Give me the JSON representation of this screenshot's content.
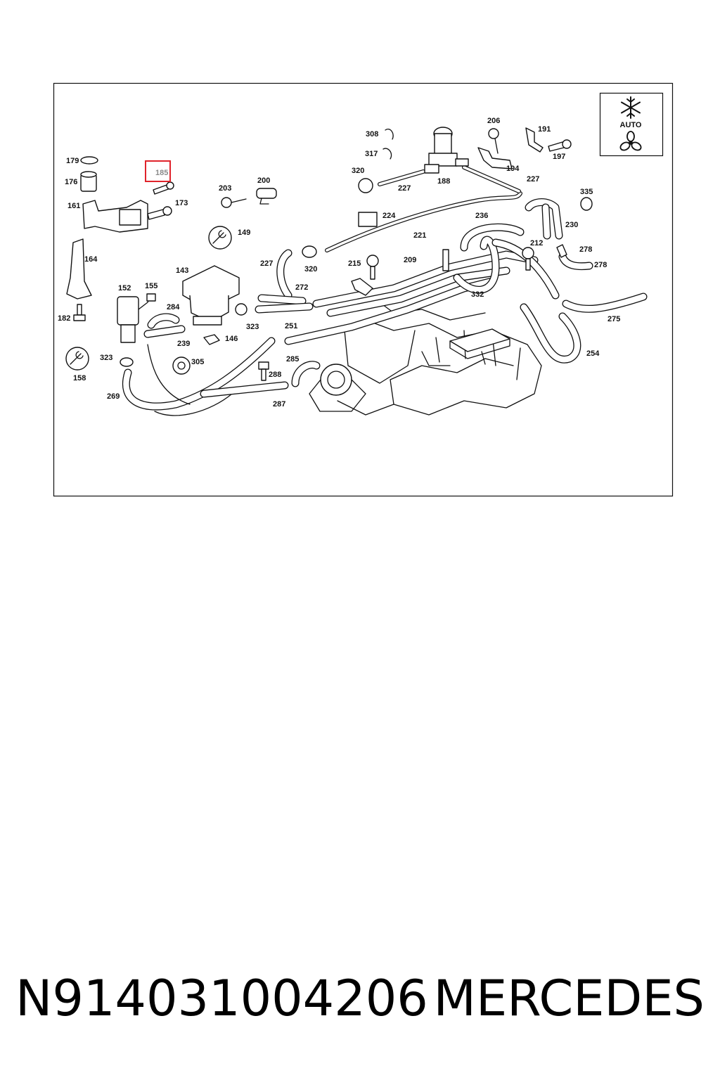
{
  "diagram": {
    "labels": [
      "179",
      "176",
      "161",
      "164",
      "182",
      "152",
      "155",
      "158",
      "323",
      "269",
      "185",
      "173",
      "203",
      "200",
      "149",
      "143",
      "284",
      "239",
      "146",
      "305",
      "227",
      "320",
      "323",
      "272",
      "251",
      "288",
      "285",
      "287",
      "308",
      "317",
      "320",
      "227",
      "188",
      "206",
      "191",
      "197",
      "194",
      "227",
      "335",
      "224",
      "221",
      "236",
      "230",
      "215",
      "209",
      "212",
      "278",
      "278",
      "332",
      "275",
      "254"
    ],
    "highlight_label": "185",
    "icon_text": "AUTO",
    "icons": [
      "snowflake-icon",
      "fan-icon",
      "wrench-icon"
    ]
  },
  "footer": {
    "part_number": "N914031004206",
    "brand": "MERCEDES"
  }
}
